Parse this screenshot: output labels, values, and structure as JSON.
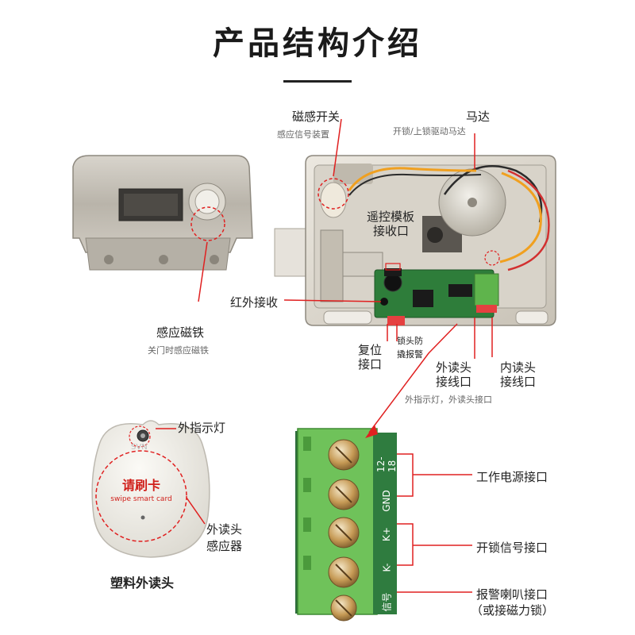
{
  "title": "产品结构介绍",
  "labels": {
    "magnetic_switch": "磁感开关",
    "magnetic_switch_sub": "感应信号装置",
    "motor": "马达",
    "motor_sub": "开锁/上锁驱动马达",
    "remote_module_1": "遥控模板",
    "remote_module_2": "接收口",
    "infrared": "红外接收",
    "magnet": "感应磁铁",
    "magnet_sub": "关门时感应磁铁",
    "reset_1": "复位",
    "reset_2": "接口",
    "anti_pry_1": "锁头防",
    "anti_pry_2": "撬报警",
    "ext_reader_1": "外读头",
    "ext_reader_2": "接线口",
    "ext_reader_sub": "外指示灯，外读头接口",
    "int_reader_1": "内读头",
    "int_reader_2": "接线口",
    "ext_indicator": "外指示灯",
    "card_text": "请刷卡",
    "card_sub": "swipe smart card",
    "reader_brand": "SVN",
    "reader_sensor_1": "外读头",
    "reader_sensor_2": "感应器",
    "reader_name": "塑料外读头",
    "power_port": "工作电源接口",
    "unlock_port": "开锁信号接口",
    "alarm_port_1": "报警喇叭接口",
    "alarm_port_2": "（或接磁力锁）"
  },
  "terminal_labels": [
    "12-18",
    "GND",
    "K+",
    "K-",
    "信号"
  ],
  "colors": {
    "accent_red": "#e02020",
    "terminal_green": "#6fc25a",
    "pcb_green": "#2e7d3a",
    "metal": "#c9c5bd"
  }
}
